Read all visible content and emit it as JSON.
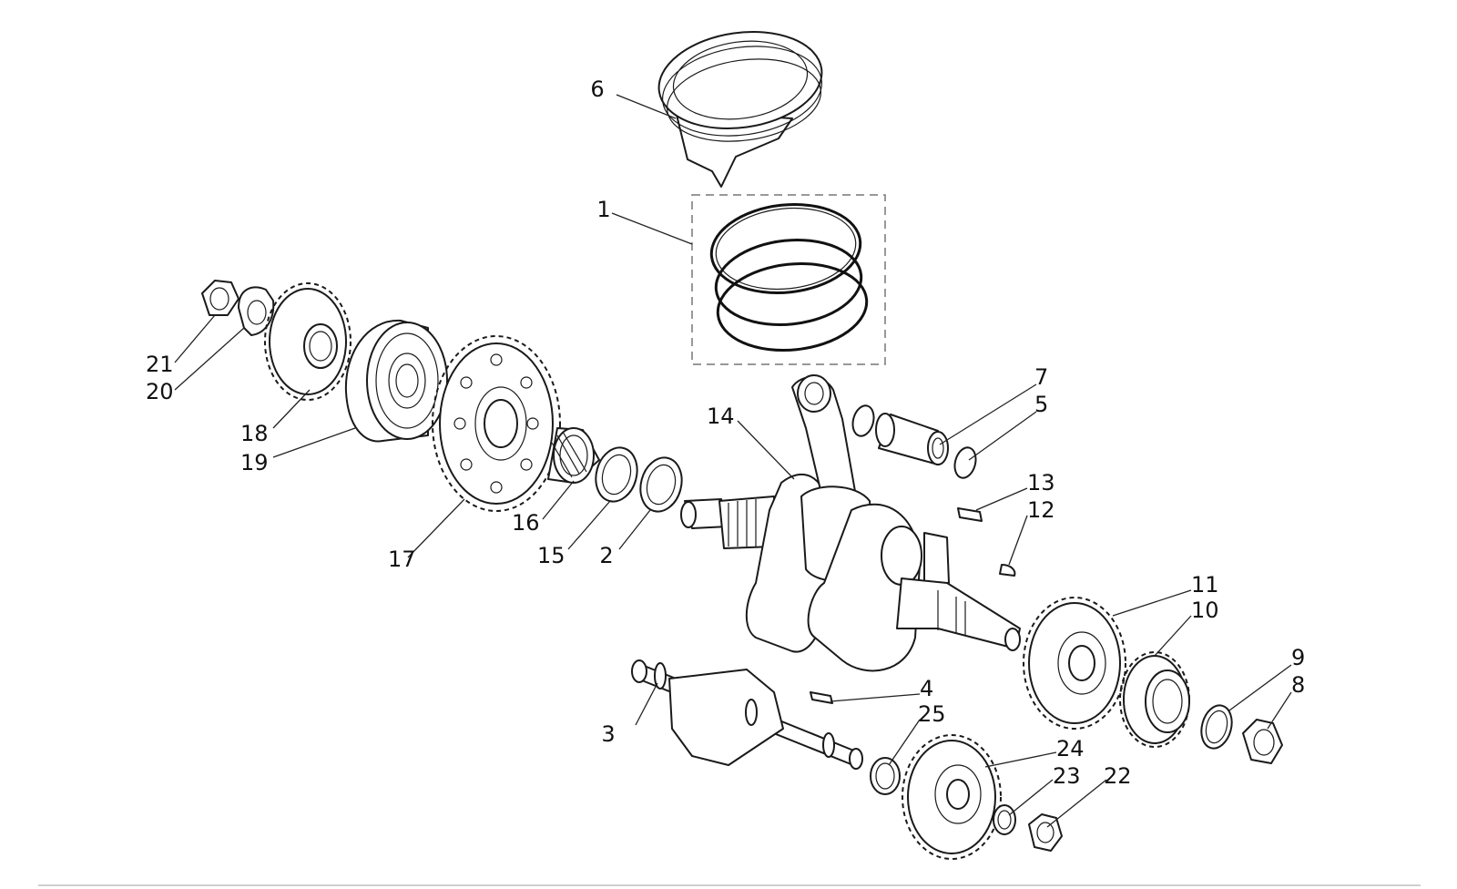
{
  "diagram": {
    "callouts": {
      "c1": "1",
      "c2": "2",
      "c3": "3",
      "c4": "4",
      "c5": "5",
      "c6": "6",
      "c7": "7",
      "c8": "8",
      "c9": "9",
      "c10": "10",
      "c11": "11",
      "c12": "12",
      "c13": "13",
      "c14": "14",
      "c15": "15",
      "c16": "16",
      "c17": "17",
      "c18": "18",
      "c19": "19",
      "c20": "20",
      "c21": "21",
      "c22": "22",
      "c23": "23",
      "c24": "24",
      "c25": "25"
    }
  }
}
